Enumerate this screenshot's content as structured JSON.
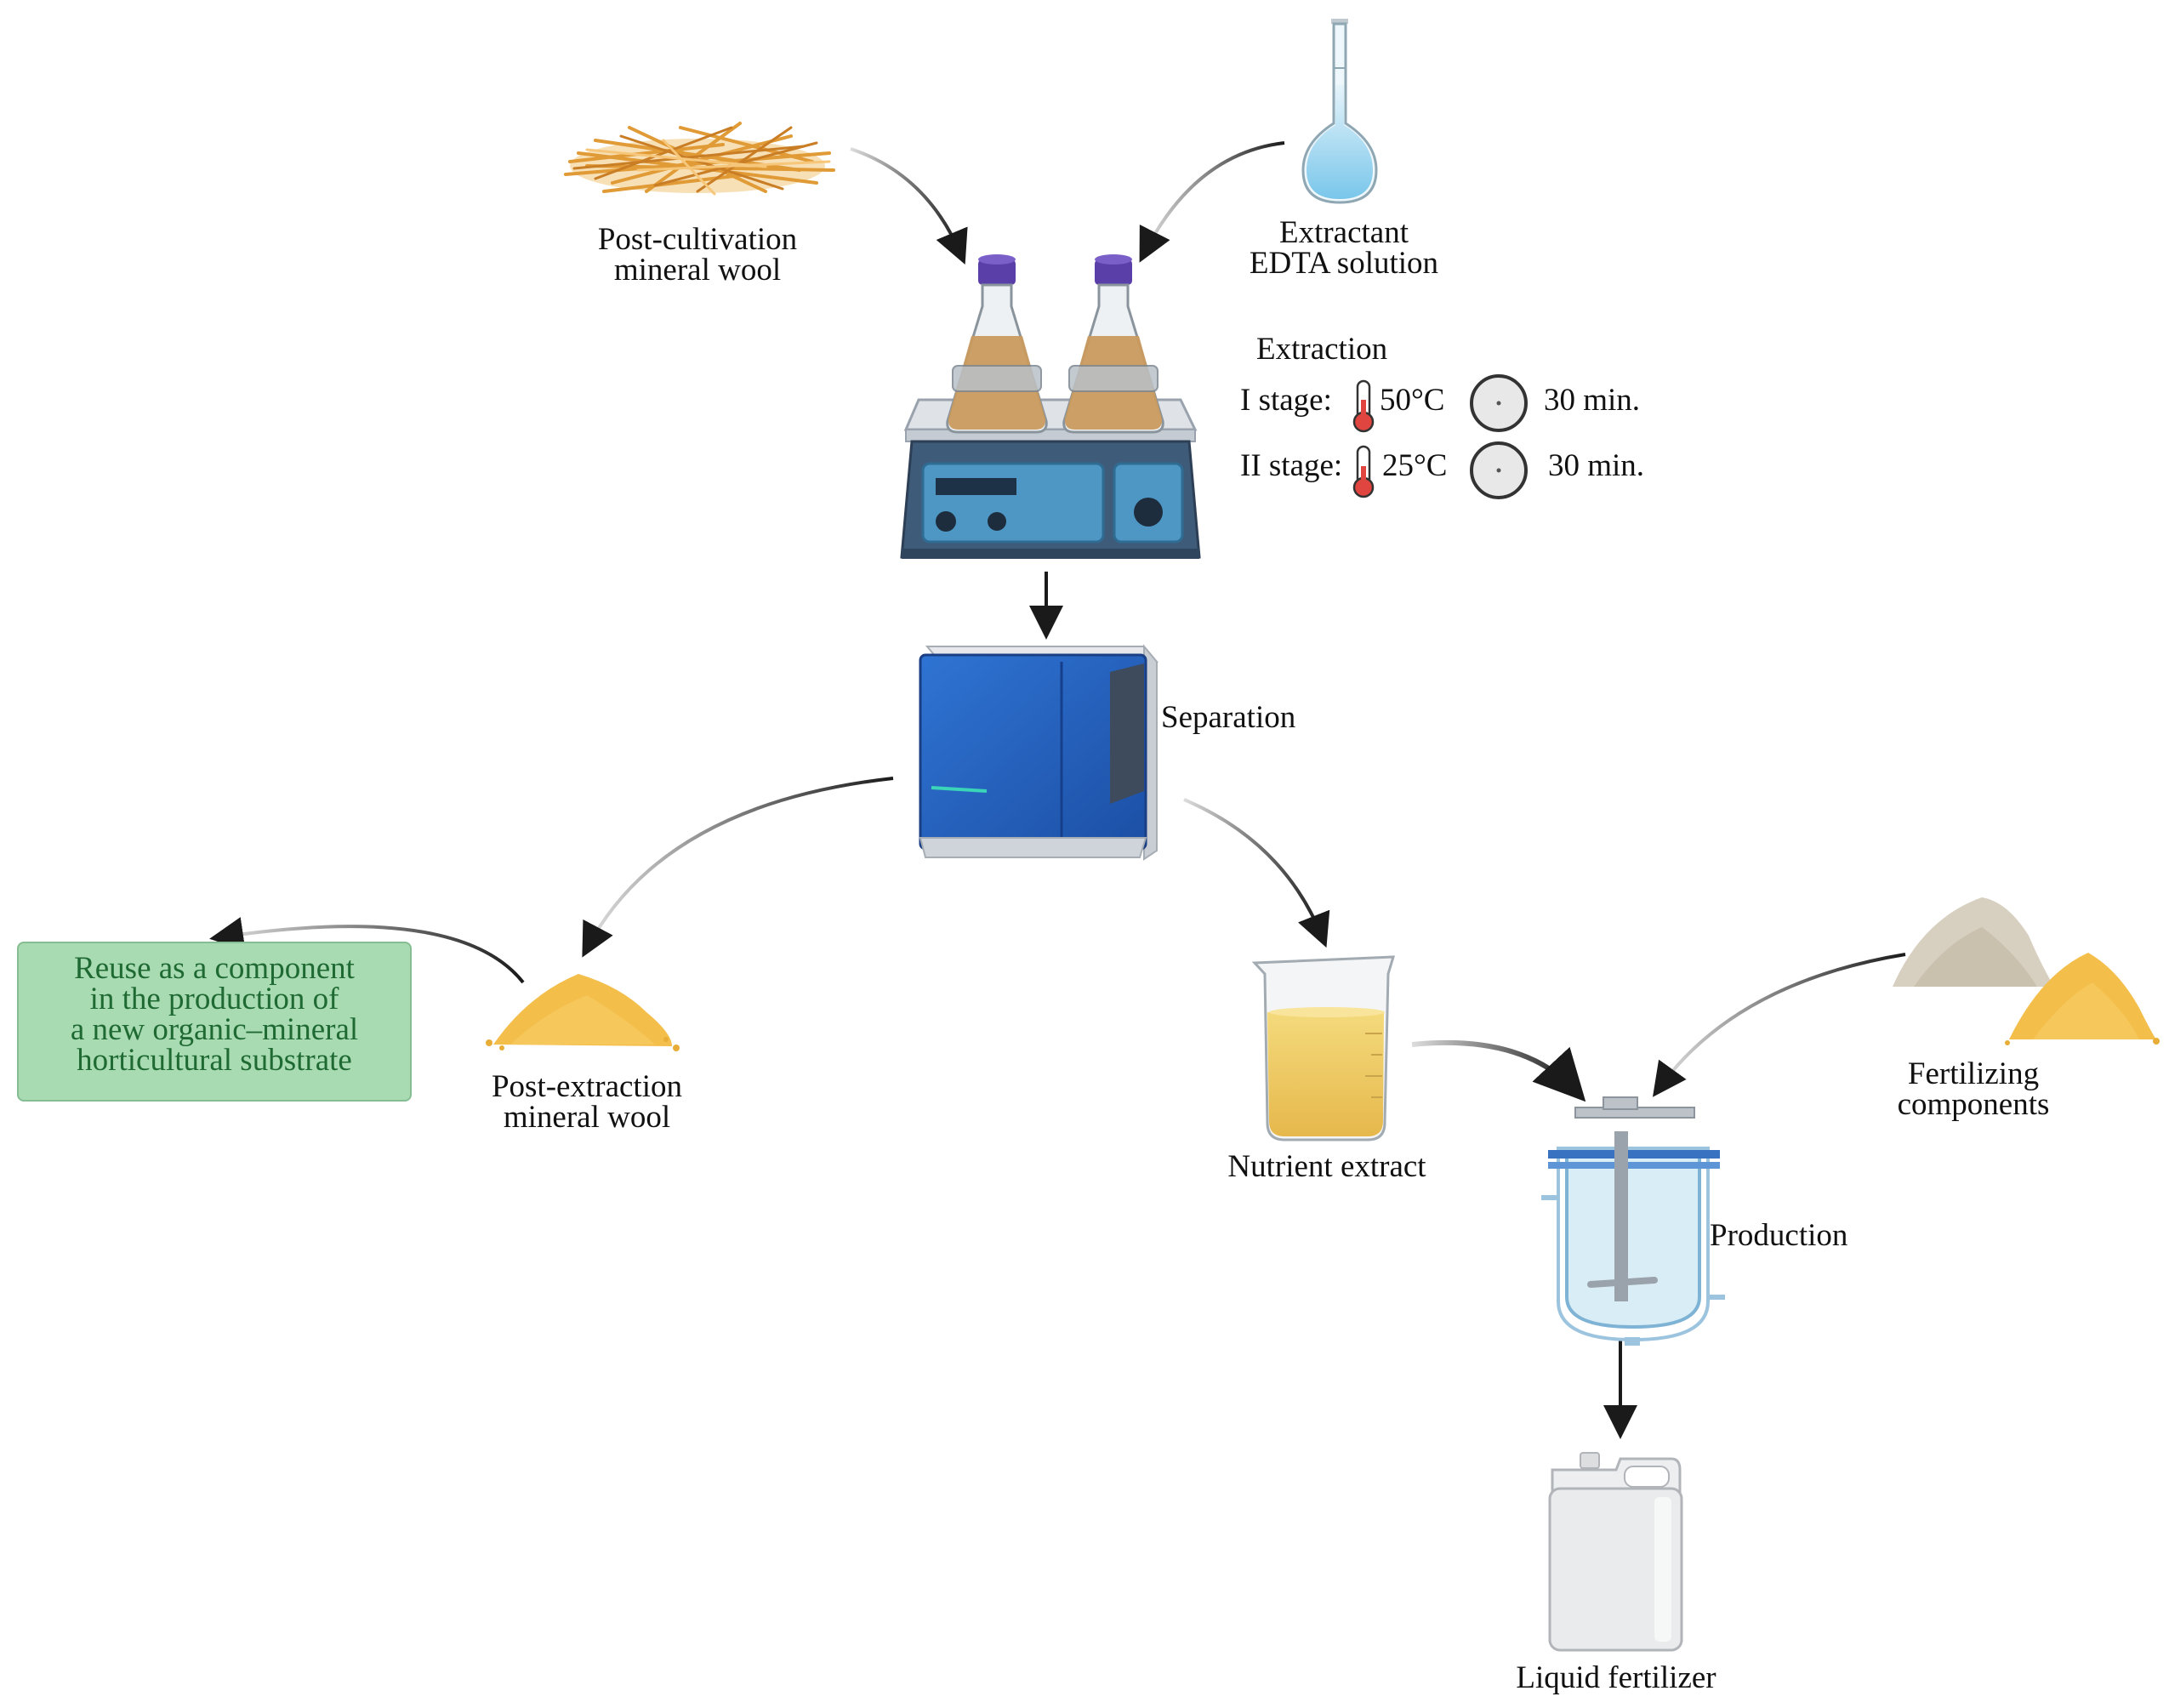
{
  "inputs": {
    "mineral_wool": [
      "Post-cultivation",
      "mineral wool"
    ],
    "extractant": [
      "Extractant",
      "EDTA solution"
    ]
  },
  "extraction": {
    "title": "Extraction",
    "stage1": {
      "label": "I stage:",
      "temp": "50°C",
      "time": "30 min."
    },
    "stage2": {
      "label": "II stage:",
      "temp": "25°C",
      "time": "30 min."
    }
  },
  "separation": {
    "label": "Separation"
  },
  "post_extraction": [
    "Post-extraction",
    "mineral wool"
  ],
  "reuse": [
    "Reuse as a component",
    "in the production of",
    "a new organic–mineral",
    "horticultural substrate"
  ],
  "nutrient_extract": {
    "label": "Nutrient extract"
  },
  "fertilizing": [
    "Fertilizing",
    "components"
  ],
  "production": {
    "label": "Production"
  },
  "liquid_fertilizer": {
    "label": "Liquid fertilizer"
  },
  "colors": {
    "arrow": "#1a1a1a",
    "reuse_fill": "#a9dbb3",
    "reuse_text": "#1e6a32",
    "hotplate": "#3f5b7a",
    "centrifuge": "#2a67c4",
    "straw": "#e3a13d",
    "powder": "#f3be4a",
    "liquid_extract": "#f0cc63"
  }
}
